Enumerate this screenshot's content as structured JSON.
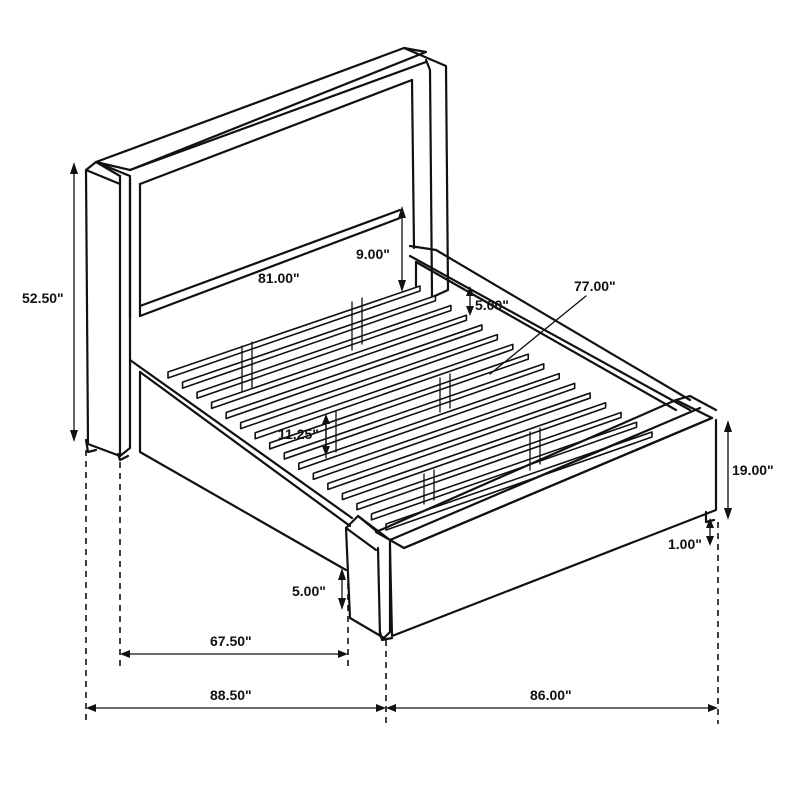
{
  "dimensions": {
    "total_height": "52.50\"",
    "headboard_width": "81.00\"",
    "headboard_clearance": "9.00\"",
    "side_rail_height": "5.00\"",
    "inner_length": "77.00\"",
    "slat_height": "11.25\"",
    "footboard_height": "19.00\"",
    "foot_clearance": "1.00\"",
    "leg_clearance": "5.00\"",
    "inner_width": "67.50\"",
    "overall_width": "88.50\"",
    "overall_length": "86.00\""
  }
}
